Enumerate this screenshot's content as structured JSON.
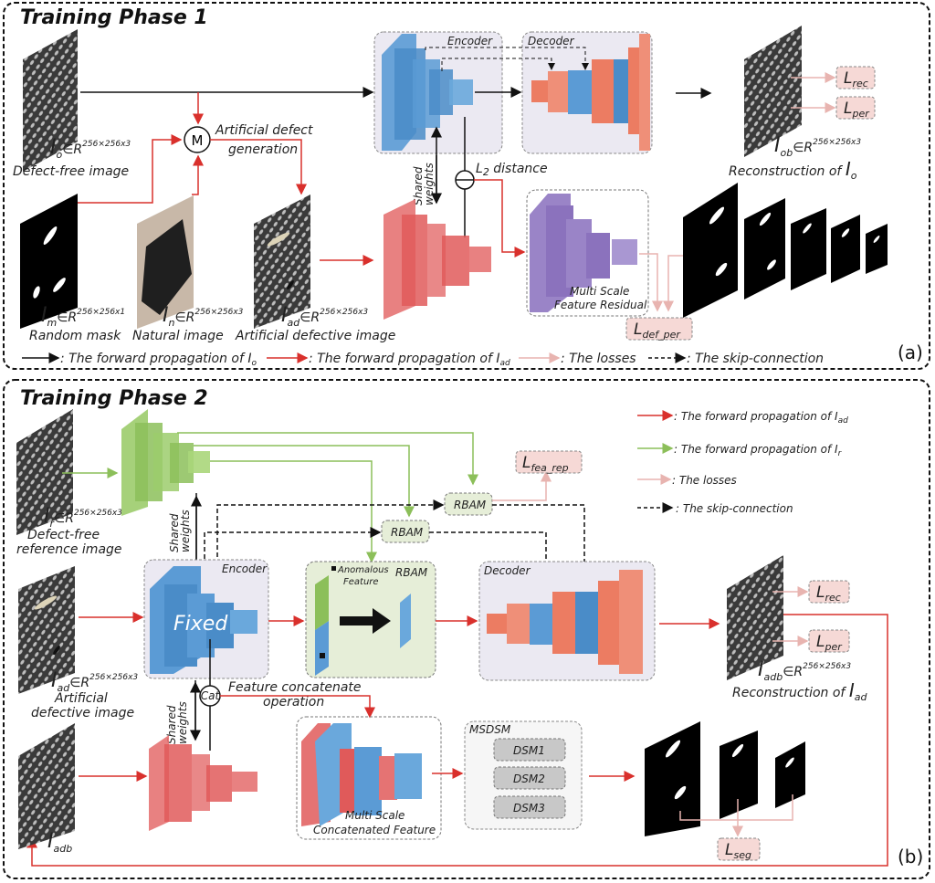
{
  "phase1": {
    "title": "Training Phase 1",
    "panel_tag": "(a)",
    "encoder_label": "Encoder",
    "decoder_label": "Decoder",
    "merge_op": "M",
    "merge_caption_1": "Artificial defect",
    "merge_caption_2": "generation",
    "l2_label": "L",
    "l2_sub": "2",
    "l2_rest": " distance",
    "shared_weights_1": "Shared",
    "shared_weights_2": "weights",
    "msfr_label_1": "Multi Scale",
    "msfr_label_2": "Feature Residual",
    "inputs": [
      {
        "sym": "I",
        "sub": "o",
        "space": "∈R",
        "dim": "256×256x3",
        "caption": "Defect-free image"
      },
      {
        "sym": "I",
        "sub": "m",
        "space": "∈R",
        "dim": "256×256x1",
        "caption": "Random mask"
      },
      {
        "sym": "I",
        "sub": "n",
        "space": "∈R",
        "dim": "256×256x3",
        "caption": "Natural image"
      },
      {
        "sym": "I",
        "sub": "ad",
        "space": "∈R",
        "dim": "256×256x3",
        "caption": "Artificial defective image"
      }
    ],
    "output": {
      "sym": "I",
      "sub": "ob",
      "space": "∈R",
      "dim": "256×256x3",
      "caption_pre": "Reconstruction of ",
      "caption_sym": "I",
      "caption_sub": "o"
    },
    "losses": [
      {
        "sym": "L",
        "sub": "rec"
      },
      {
        "sym": "L",
        "sub": "per"
      },
      {
        "sym": "L",
        "sub": "def_per"
      }
    ],
    "legend": [
      {
        "kind": "black",
        "text": ": The forward propagation of I",
        "sub": "o"
      },
      {
        "kind": "red",
        "text": ": The forward propagation of I",
        "sub": "ad"
      },
      {
        "kind": "pink",
        "text": ": The losses",
        "sub": ""
      },
      {
        "kind": "dashed",
        "text": ": The skip-connection",
        "sub": ""
      }
    ]
  },
  "phase2": {
    "title": "Training Phase 2",
    "panel_tag": "(b)",
    "encoder_label": "Encoder",
    "fixed_label": "Fixed",
    "decoder_label": "Decoder",
    "rbam_label": "RBAM",
    "rbam_small_1": "RBAM",
    "rbam_small_2": "RBAM",
    "anomalous_1": "Anomalous",
    "anomalous_2": "Feature",
    "cat_op": "Cat",
    "cat_caption_1": "Feature concatenate",
    "cat_caption_2": "operation",
    "shared_weights_1": "Shared",
    "shared_weights_2": "weights",
    "mscf_label_1": "Multi Scale",
    "mscf_label_2": "Concatenated Feature",
    "msdsm_label": "MSDSM",
    "dsm": [
      "DSM1",
      "DSM2",
      "DSM3"
    ],
    "inputs": [
      {
        "sym": "I",
        "sub": "r",
        "space": "∈R",
        "dim": "256×256x3",
        "caption_1": "Defect-free",
        "caption_2": "reference image"
      },
      {
        "sym": "I",
        "sub": "ad",
        "space": "∈R",
        "dim": "256×256x3",
        "caption_1": "Artificial",
        "caption_2": "defective image"
      },
      {
        "sym": "I",
        "sub": "adb"
      }
    ],
    "output": {
      "sym": "I",
      "sub": "adb",
      "space": "∈R",
      "dim": "256×256x3",
      "caption_pre": "Reconstruction of ",
      "caption_sym": "I",
      "caption_sub": "ad"
    },
    "losses": [
      {
        "sym": "L",
        "sub": "fea_rep"
      },
      {
        "sym": "L",
        "sub": "rec"
      },
      {
        "sym": "L",
        "sub": "per"
      },
      {
        "sym": "L",
        "sub": "seg"
      }
    ],
    "legend": [
      {
        "kind": "red",
        "text": ": The forward propagation of I",
        "sub": "ad"
      },
      {
        "kind": "green",
        "text": ": The forward propagation of I",
        "sub": "r"
      },
      {
        "kind": "pink",
        "text": ": The losses",
        "sub": ""
      },
      {
        "kind": "dashed",
        "text": ": The skip-connection",
        "sub": ""
      }
    ]
  },
  "colors": {
    "red": "#d9302c",
    "green": "#8cbf5a",
    "pink": "#e8b4b0",
    "blue": "#5b9bd5",
    "salmon": "#ec7c62",
    "purple": "#9a84c7",
    "module_bg": "#ebe9f2",
    "rbam_bg": "#e6eed8",
    "loss_bg": "#f6d9d6"
  }
}
